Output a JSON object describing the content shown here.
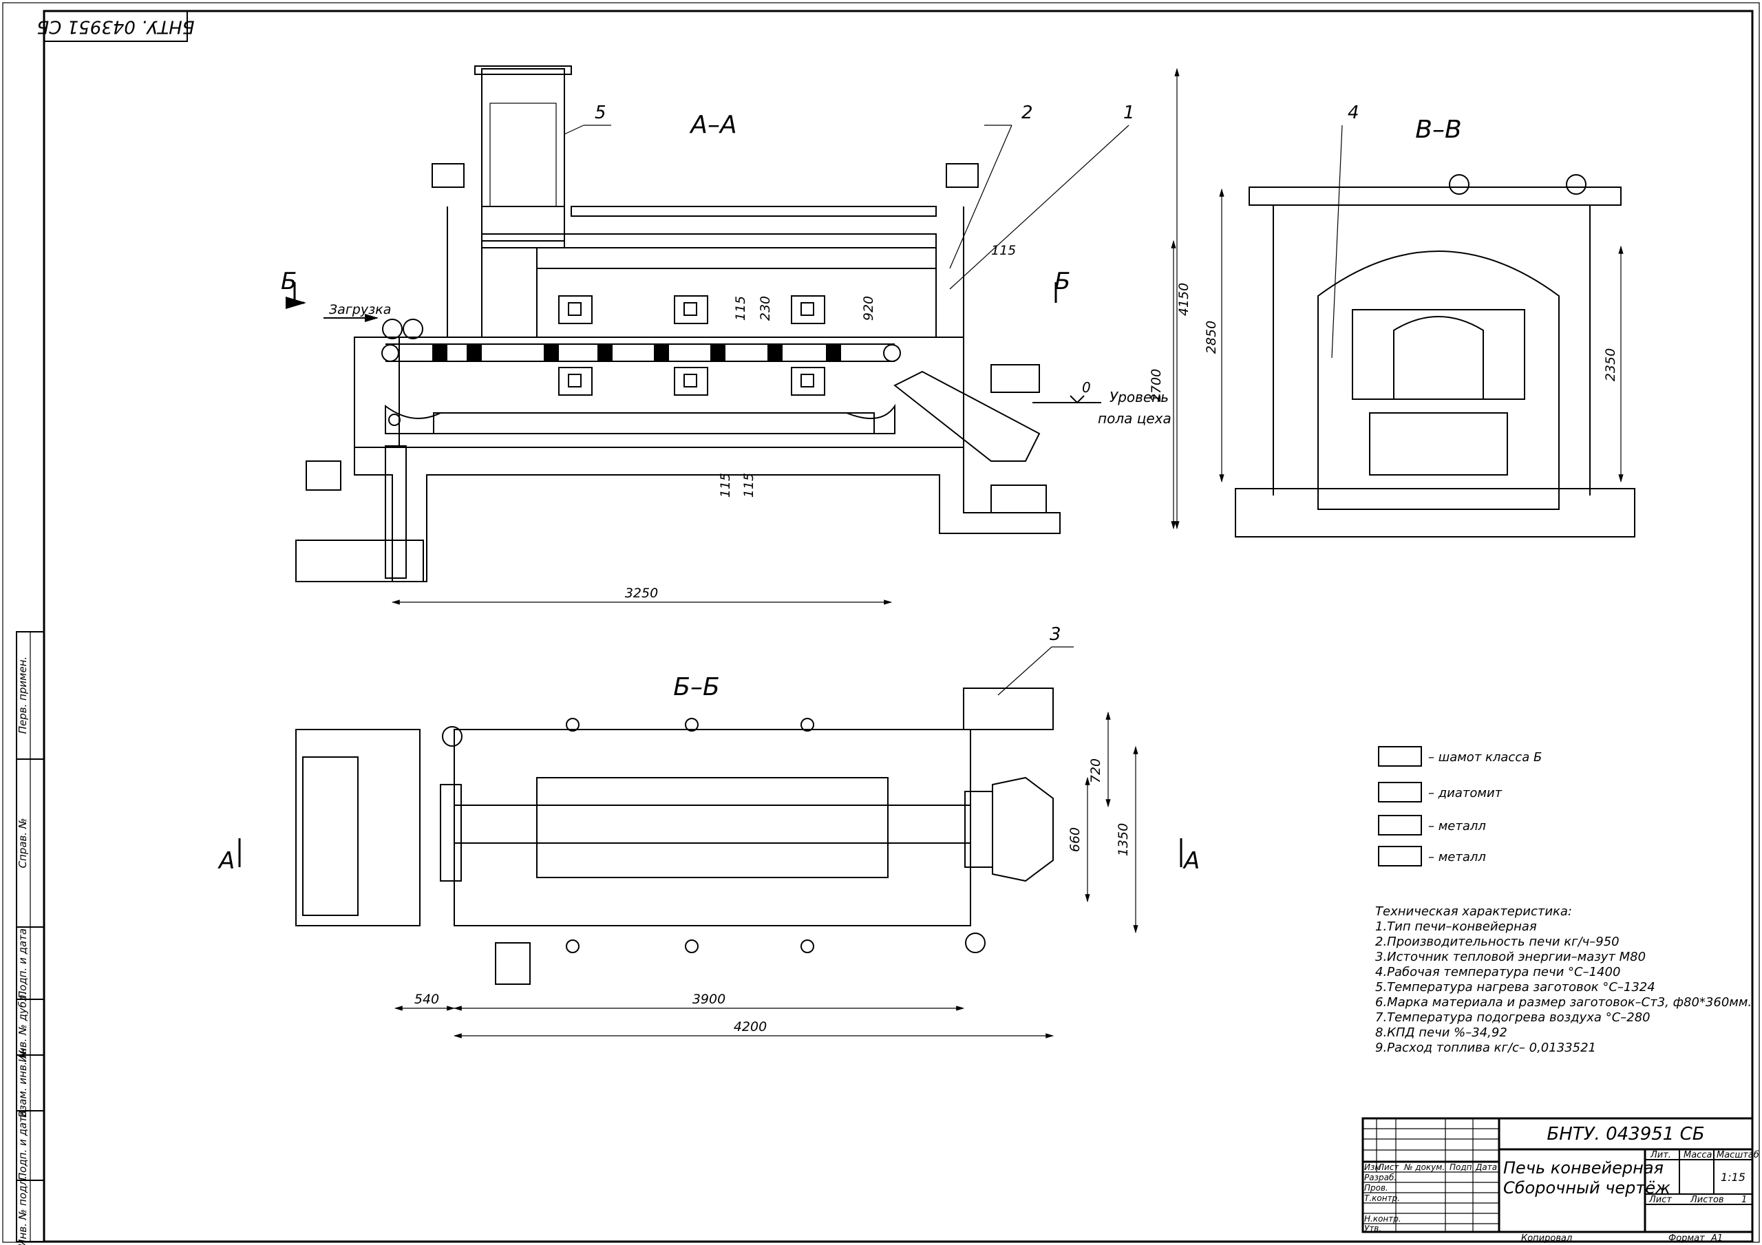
{
  "drawing": {
    "stamp_top": "БНТУ. 043951 СБ",
    "view_aa": "А–А",
    "view_vv": "В–В",
    "view_bb": "Б–Б",
    "section_b": "Б",
    "section_a": "А",
    "loading": "Загрузка",
    "floor_zero": "0",
    "floor_level_1": "Уровень",
    "floor_level_2": "пола цеха",
    "callouts": [
      "1",
      "2",
      "3",
      "4",
      "5"
    ],
    "dims_aa": {
      "d115_top": "115",
      "d115_v": "115",
      "d230": "230",
      "d920": "920",
      "d115_b1": "115",
      "d115_b2": "115",
      "d3250": "3250",
      "d2700": "2700",
      "d4150": "4150"
    },
    "dims_vv": {
      "d2850": "2850",
      "d2350": "2350"
    },
    "dims_bb": {
      "d720": "720",
      "d660": "660",
      "d1350": "1350",
      "d540": "540",
      "d3900": "3900",
      "d4200": "4200"
    }
  },
  "legend": {
    "items": [
      {
        "label": "– шамот класса Б",
        "pattern": "crosshatch"
      },
      {
        "label": "– диатомит",
        "pattern": "diagonal"
      },
      {
        "label": "– металл",
        "pattern": "solid"
      },
      {
        "label": "– металл",
        "pattern": "empty"
      }
    ]
  },
  "specs": {
    "title": "Техническая характеристика:",
    "lines": [
      "1.Тип печи–конвейерная",
      "2.Производительность печи кг/ч–950",
      "3.Источник тепловой энергии–мазут М80",
      "4.Рабочая температура печи °С–1400",
      "5.Температура нагрева заготовок °С–1324",
      "6.Марка материала и размер заготовок–Ст3, ф80*360мм.",
      "7.Температура подогрева воздуха °С–280",
      "8.КПД печи %–34,92",
      "9.Расход топлива кг/с– 0,0133521"
    ]
  },
  "title_block": {
    "designation": "БНТУ. 043951 СБ",
    "name_1": "Печь конвейерная",
    "name_2": "Сборочный чертёж",
    "col_izm": "Изм",
    "col_list": "Лист",
    "col_doc": "№ докум.",
    "col_sign": "Подп",
    "col_date": "Дата",
    "row_razrab": "Разраб.",
    "row_prov": "Пров.",
    "row_tkontr": "Т.контр.",
    "row_nkontr": "Н.контр.",
    "row_utv": "Утв.",
    "lit": "Лит.",
    "mass": "Масса",
    "scale": "Масштаб",
    "scale_val": "1:15",
    "sheet": "Лист",
    "sheets": "Листов",
    "sheets_val": "1",
    "copied": "Копировал",
    "format_label": "Формат",
    "format_val": "А1"
  },
  "side_stamp": [
    "Перв. примен.",
    "Справ. №",
    "Подп. и дата",
    "Инв. № дубл.",
    "Взам. инв. №",
    "Подп. и дата",
    "Инв. № подл."
  ]
}
